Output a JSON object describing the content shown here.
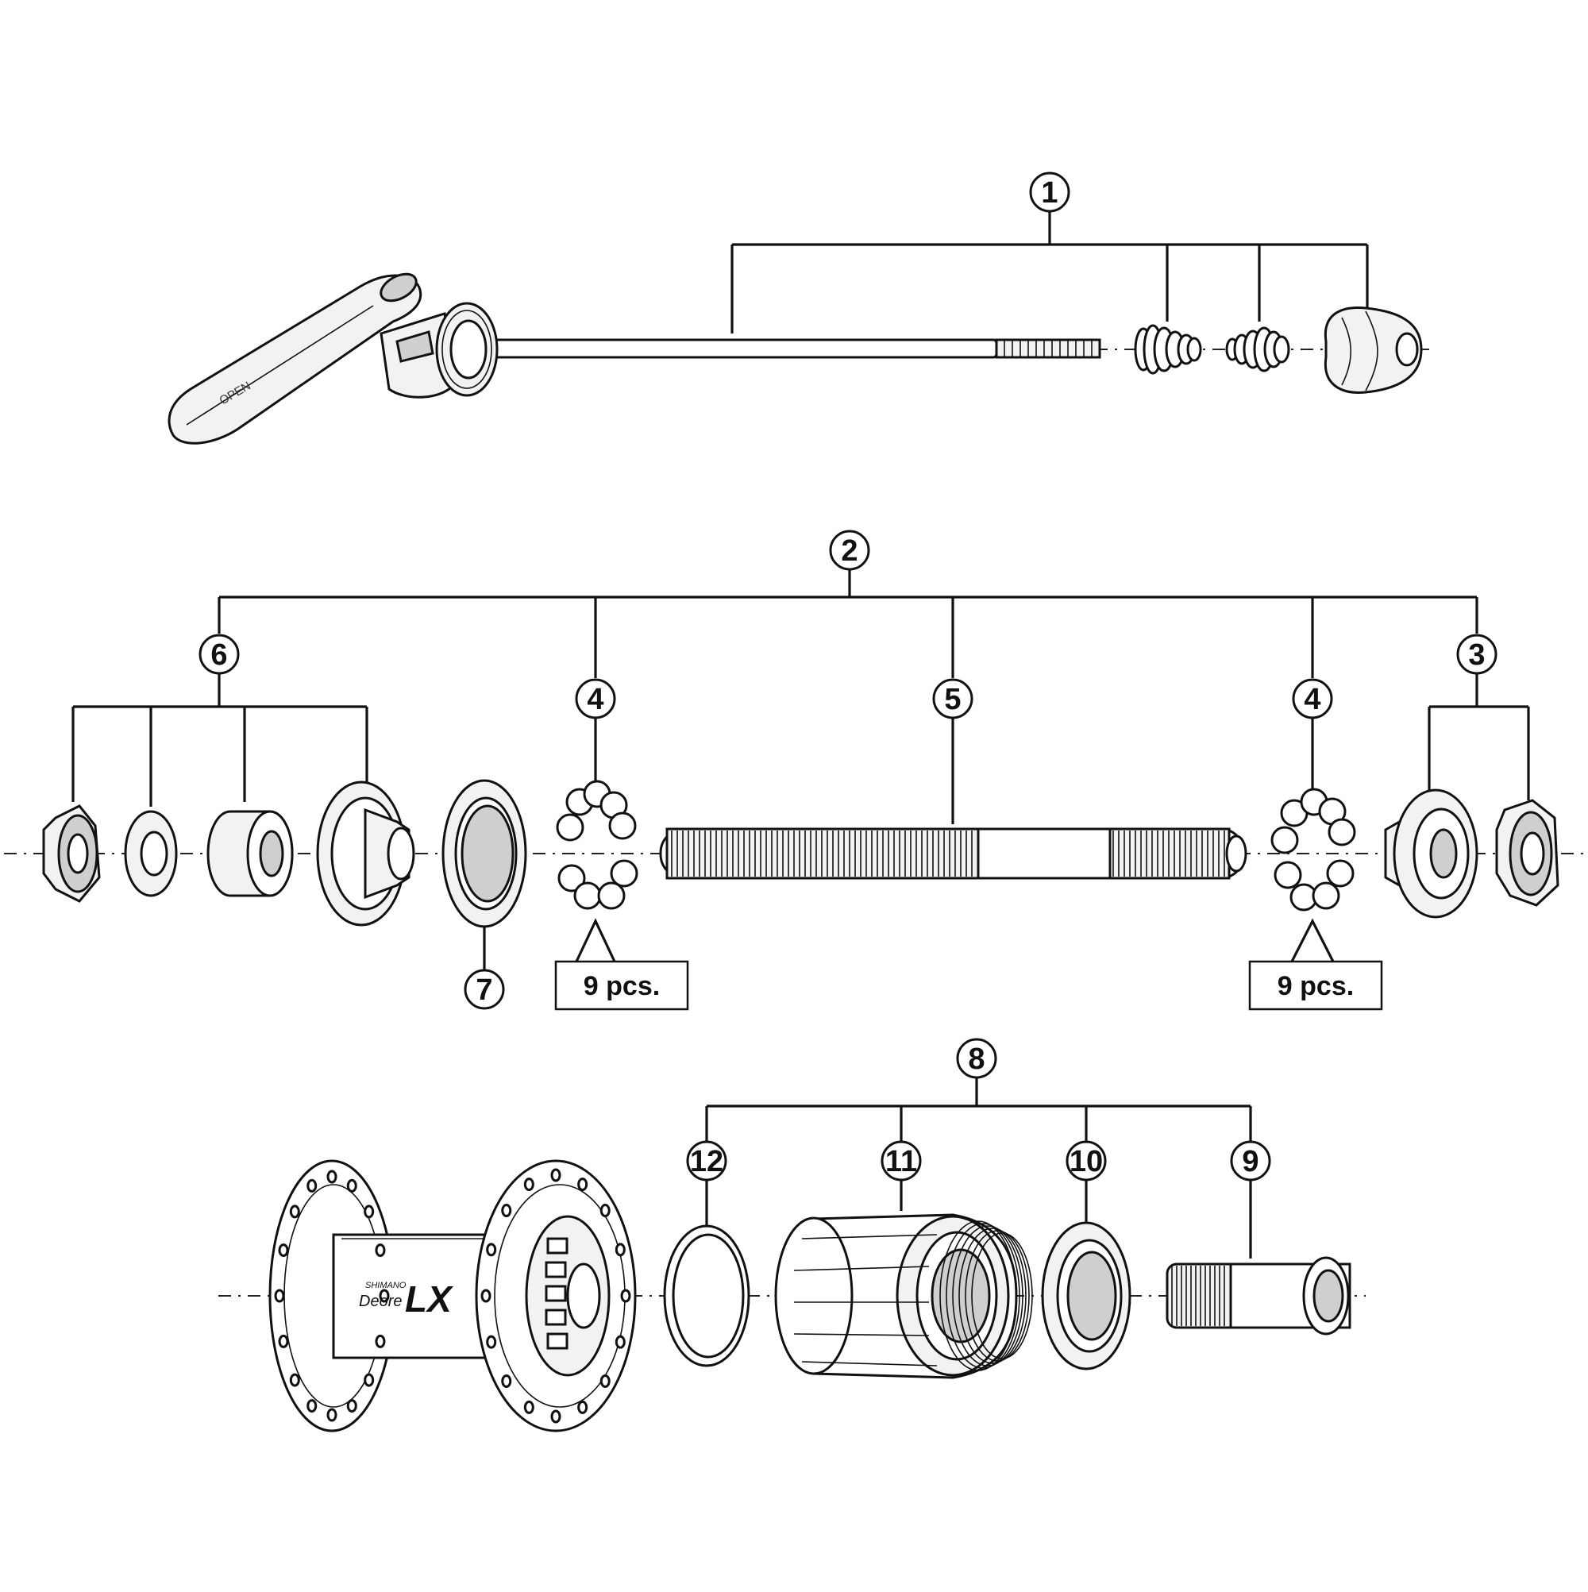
{
  "callouts": {
    "c1": "1",
    "c2": "2",
    "c3": "3",
    "c4a": "4",
    "c4b": "4",
    "c5": "5",
    "c6": "6",
    "c7": "7",
    "c8": "8",
    "c9": "9",
    "c10": "10",
    "c11": "11",
    "c12": "12"
  },
  "quantity_boxes": {
    "left": "9 pcs.",
    "right": "9 pcs."
  },
  "markings": {
    "lever": "OPEN",
    "hub_brand": "SHIMANO",
    "hub_series": "Deore",
    "hub_model": "LX"
  }
}
